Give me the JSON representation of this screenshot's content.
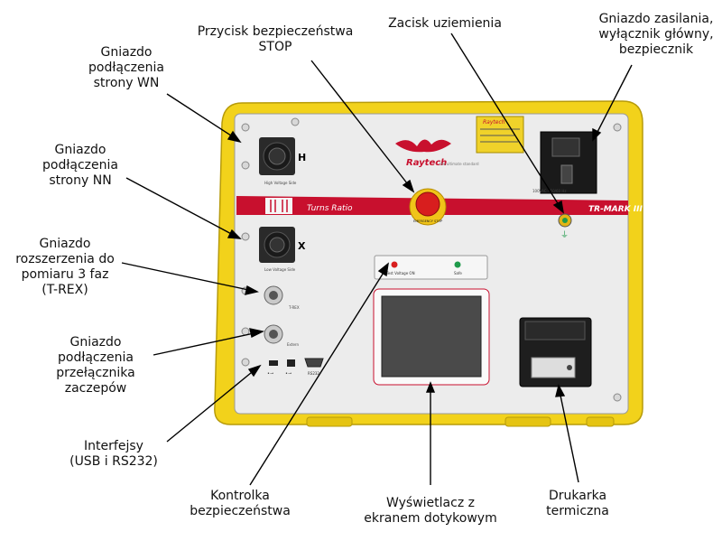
{
  "callouts": {
    "hv_socket": [
      "Gniazdo",
      "podłączenia",
      "strony WN"
    ],
    "lv_socket": [
      "Gniazdo",
      "podłączenia",
      "strony NN"
    ],
    "trex": [
      "Gniazdo",
      "rozszerzenia do",
      "pomiaru 3 faz",
      "(T-REX)"
    ],
    "tap_changer": [
      "Gniazdo",
      "podłączenia",
      "przełącznika",
      "zaczepów"
    ],
    "interfaces": [
      "Interfejsy",
      "(USB i RS232)"
    ],
    "indicator": [
      "Kontrolka",
      "bezpieczeństwa"
    ],
    "display": [
      "Wyświetlacz z",
      "ekranem dotykowym"
    ],
    "printer": [
      "Drukarka",
      "termiczna"
    ],
    "stop": [
      "Przycisk bezpieczeństwa",
      "STOP"
    ],
    "ground": [
      "Zacisk uziemienia"
    ],
    "power": [
      "Gniazdo zasilania,",
      "wyłącznik główny,",
      "bezpiecznik"
    ]
  },
  "panel": {
    "brand": "Raytech",
    "tagline": "the ultimate standard",
    "band_left": "Turns Ratio",
    "band_right": "TR-MARK III",
    "h_letter": "H",
    "x_letter": "X",
    "hv_side": "High Voltage Side",
    "lv_side": "Low Voltage Side",
    "trex_tag": "T-REX",
    "extern_tag": "Extern",
    "rs232": "RS232",
    "stop_text": "EMERGENCY STOP",
    "test_lamp": "Test Voltage ON",
    "safe_lamp": "Safe",
    "power_rating": "100VAC - 50/60 Hz"
  },
  "colors": {
    "case": "#f2d21b",
    "panel": "#ececec",
    "band": "#c8102e",
    "stop": "#d81e1e",
    "ground": "#e2b515"
  }
}
